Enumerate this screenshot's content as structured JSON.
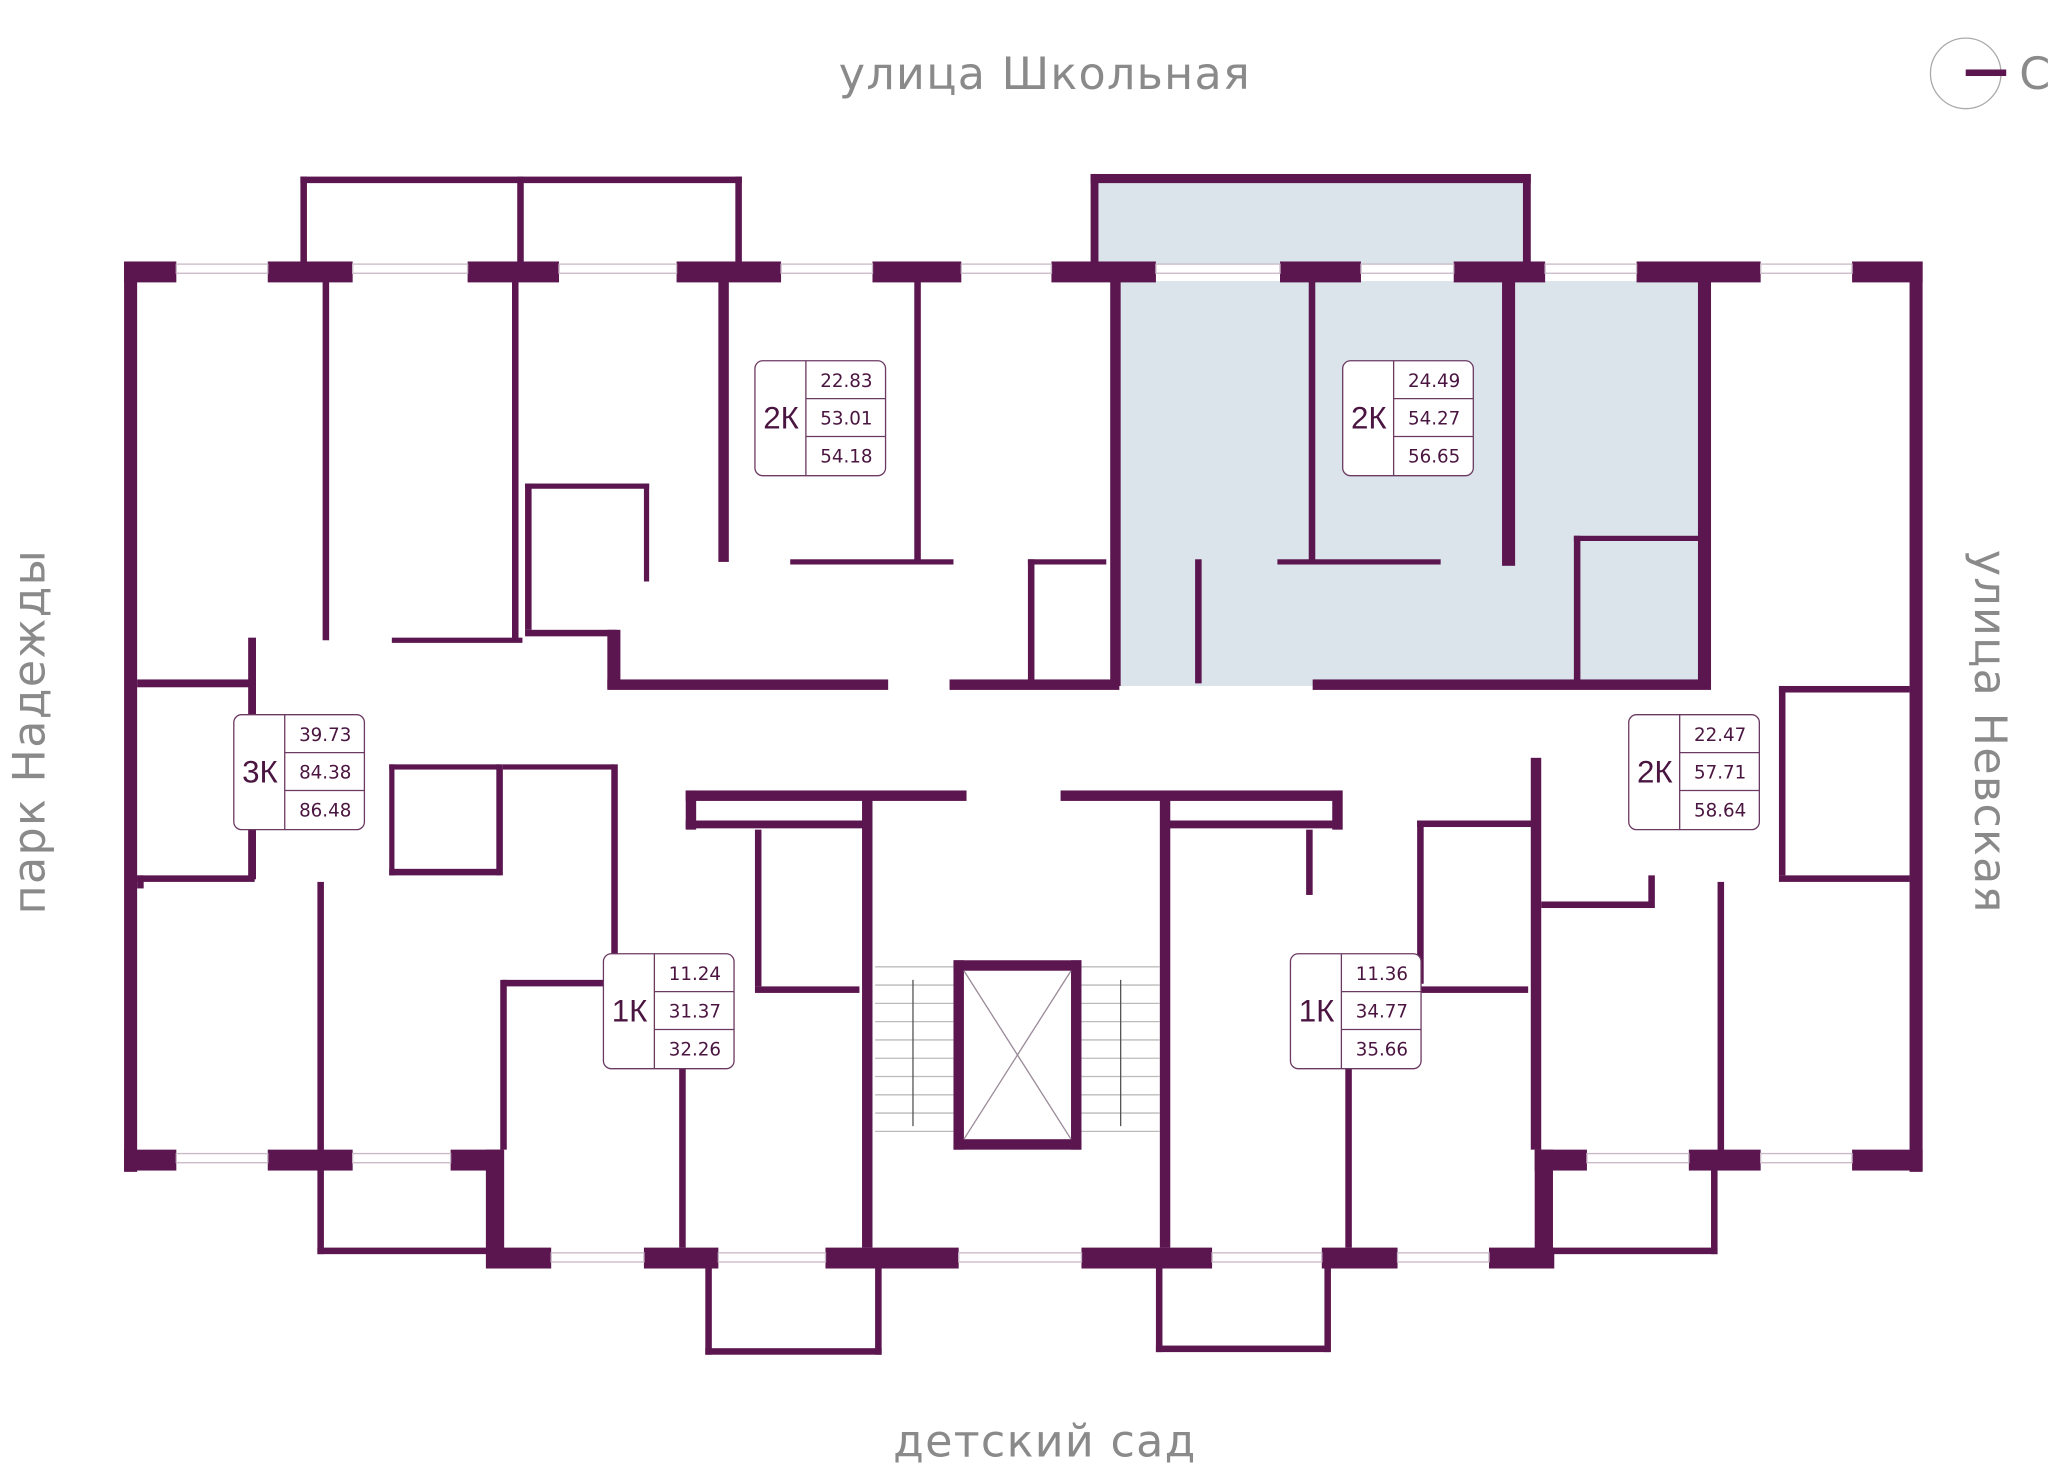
{
  "streets": {
    "top": "улица Школьная",
    "bottom": "детский сад",
    "left": "парк Надежды",
    "right": "улица Невская"
  },
  "compass": {
    "label": "С",
    "icon": "north-compass-icon"
  },
  "colors": {
    "wall": "#5b1650",
    "highlight": "#dbe4ea",
    "window": "#c9b8c6"
  },
  "apartments": [
    {
      "type": "2К",
      "living_area": "22.83",
      "area": "53.01",
      "total_area": "54.18",
      "highlighted": false
    },
    {
      "type": "2К",
      "living_area": "24.49",
      "area": "54.27",
      "total_area": "56.65",
      "highlighted": true
    },
    {
      "type": "3К",
      "living_area": "39.73",
      "area": "84.38",
      "total_area": "86.48",
      "highlighted": false
    },
    {
      "type": "2К",
      "living_area": "22.47",
      "area": "57.71",
      "total_area": "58.64",
      "highlighted": false
    },
    {
      "type": "1К",
      "living_area": "11.24",
      "area": "31.37",
      "total_area": "32.26",
      "highlighted": false
    },
    {
      "type": "1К",
      "living_area": "11.36",
      "area": "34.77",
      "total_area": "35.66",
      "highlighted": false
    }
  ]
}
